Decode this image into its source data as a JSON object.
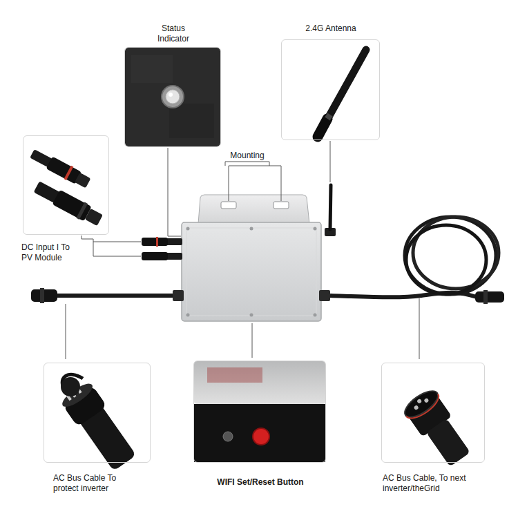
{
  "diagram": {
    "nodes": [
      {
        "text": [
          "Status Indicator"
        ]
      },
      {
        "text": [
          "2.4G Antenna"
        ]
      },
      {
        "text": [
          "DC Input I To PV Module"
        ]
      },
      {
        "text": [
          "AC Bus Cable To protect inverter"
        ]
      },
      {
        "text": [
          "WIFI Set/Reset Button"
        ]
      },
      {
        "text": [
          "AC Bus Cable, To next inverter/theGrid"
        ]
      }
    ],
    "labels": [
      "Mounting"
    ]
  }
}
